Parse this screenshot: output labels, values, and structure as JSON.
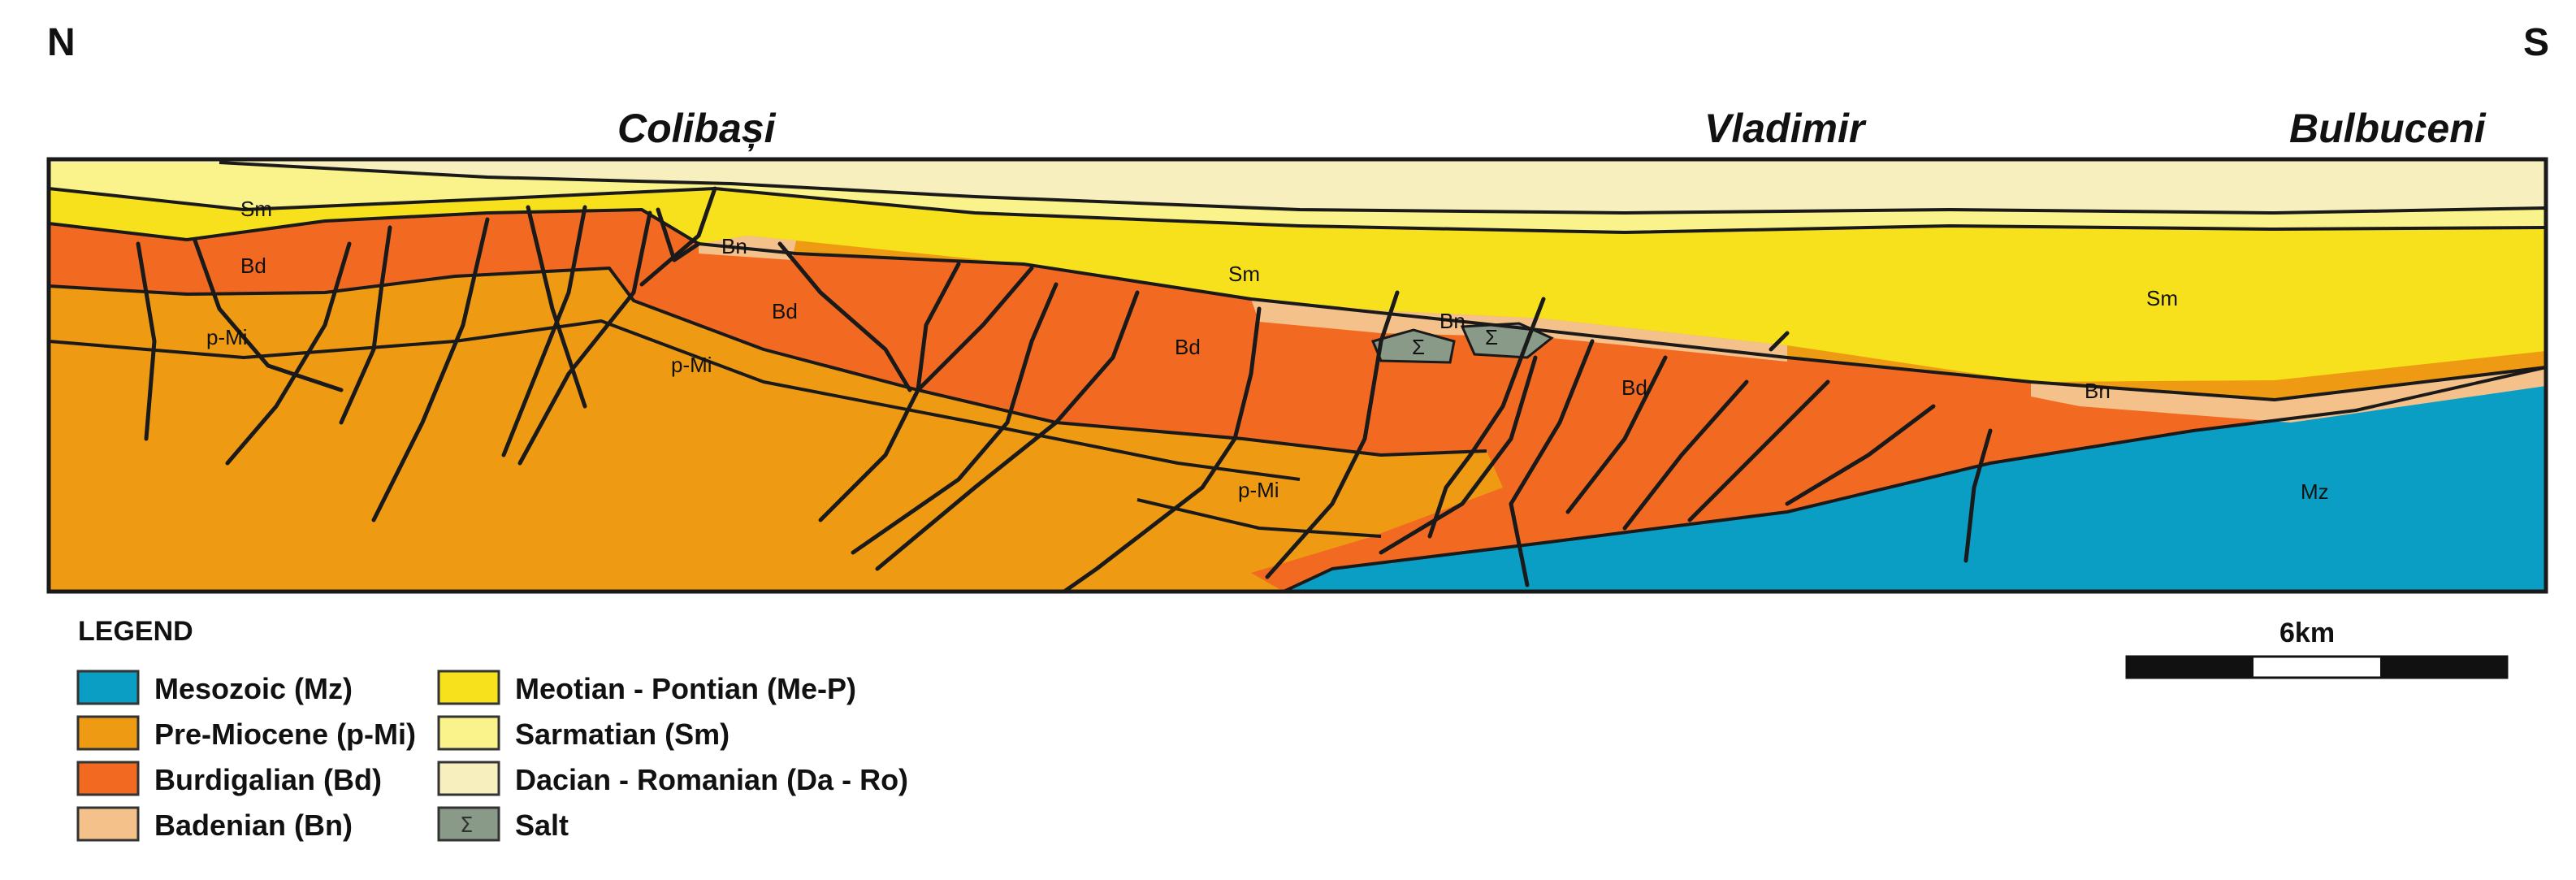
{
  "directions": {
    "north": "N",
    "south": "S"
  },
  "localities": {
    "colibasi": "Colibași",
    "vladimir": "Vladimir",
    "bulbuceni": "Bulbuceni"
  },
  "section_labels": {
    "sm_left": "Sm",
    "bd_left": "Bd",
    "pmi_left": "p-Mi",
    "bn_small": "Bn",
    "bd_center": "Bd",
    "pmi_center": "p-Mi",
    "sm_center": "Sm",
    "bd_mid": "Bd",
    "pmi_mid": "p-Mi",
    "bn_vladimir": "Bn",
    "salt_1": "Σ",
    "salt_2": "Σ",
    "bd_vladimir": "Bd",
    "sm_right": "Sm",
    "bn_right": "Bn",
    "mz": "Mz"
  },
  "legend": {
    "title": "LEGEND",
    "items": [
      {
        "label": "Mesozoic (Mz)",
        "color": "#0b9ec5"
      },
      {
        "label": "Pre-Miocene (p-Mi)",
        "color": "#ee9a12"
      },
      {
        "label": "Burdigalian (Bd)",
        "color": "#f26a21"
      },
      {
        "label": "Badenian (Bn)",
        "color": "#f5c18a"
      },
      {
        "label": "Meotian - Pontian (Me-P)",
        "color": "#f7e11c"
      },
      {
        "label": "Sarmatian (Sm)",
        "color": "#faf28a"
      },
      {
        "label": "Dacian - Romanian (Da - Ro)",
        "color": "#f8efbe"
      },
      {
        "label": "Salt",
        "color": "#8a9a88",
        "symbol": "Σ"
      }
    ]
  },
  "scale_bar": {
    "label": "6km"
  }
}
